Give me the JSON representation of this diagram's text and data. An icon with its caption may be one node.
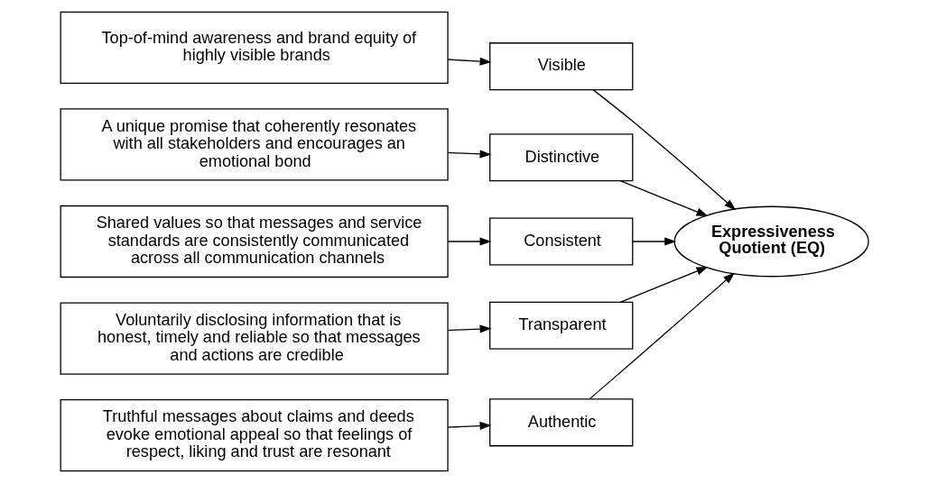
{
  "diagram": {
    "nodes": [
      {
        "text": [
          "Top-of-mind awareness and brand equity of highly visible brands"
        ]
      },
      {
        "text": [
          "A unique promise that coherently resonates with all stakeholders and encourages an emotional bond"
        ]
      },
      {
        "text": [
          "Shared values so that messages and service standards are consistently communicated across all communication channels"
        ]
      },
      {
        "text": [
          "Voluntarily disclosing information that is honest, timely and reliable so that messages and actions are credible"
        ]
      },
      {
        "text": [
          "Truthful messages about claims and deeds evoke emotional appeal so that feelings of respect, liking and trust are resonant"
        ]
      },
      {
        "text": [
          "Visible"
        ]
      },
      {
        "text": [
          "Distinctive"
        ]
      },
      {
        "text": [
          "Consistent"
        ]
      },
      {
        "text": [
          "Transparent"
        ]
      },
      {
        "text": [
          "Authentic"
        ]
      },
      {
        "text": [
          "Expressiveness Quotient (EQ)"
        ]
      }
    ],
    "edges": [
      {
        "from": 0,
        "to": 5,
        "arrow": "to"
      },
      {
        "from": 1,
        "to": 6,
        "arrow": "to"
      },
      {
        "from": 2,
        "to": 7,
        "arrow": "to"
      },
      {
        "from": 3,
        "to": 8,
        "arrow": "to"
      },
      {
        "from": 4,
        "to": 9,
        "arrow": "to"
      },
      {
        "from": 5,
        "to": 10,
        "arrow": "to"
      },
      {
        "from": 6,
        "to": 10,
        "arrow": "to"
      },
      {
        "from": 7,
        "to": 10,
        "arrow": "to"
      },
      {
        "from": 8,
        "to": 10,
        "arrow": "to"
      },
      {
        "from": 9,
        "to": 10,
        "arrow": "to"
      }
    ]
  }
}
